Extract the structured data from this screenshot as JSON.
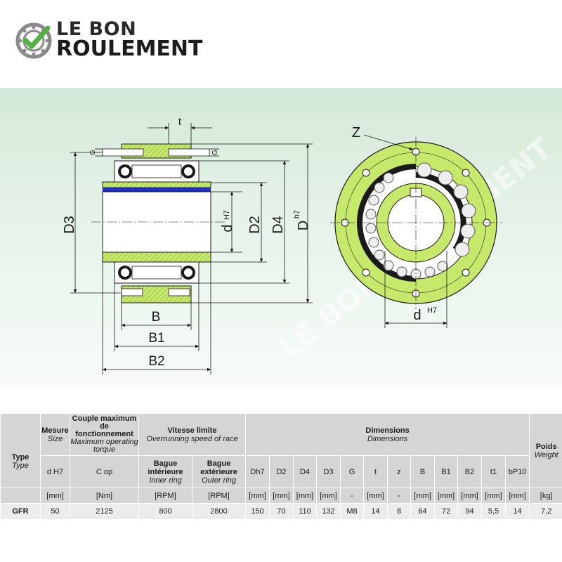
{
  "brand": {
    "line1": "LE BON",
    "line2": "ROULEMENT",
    "accent": "#55b046",
    "ring_color": "#8a8a8a"
  },
  "colors": {
    "part_green": "#c6e86b",
    "blue_band": "#1f2fcf",
    "table_header": "#d5d5d5",
    "table_row": "#ececec"
  },
  "drawing": {
    "labels": {
      "t": "t",
      "g_left": "G",
      "g_right": "G",
      "d3": "D3",
      "dh7": "d",
      "dh7_sub": "H7",
      "d2": "D2",
      "d4": "D4",
      "dcap": "D",
      "dcap_sup": "h7",
      "b": "B",
      "b1": "B1",
      "b2": "B2",
      "z": "Z",
      "front_d": "d",
      "front_d_sup": "H7"
    },
    "watermark": "LE BON ROULEMENT"
  },
  "table": {
    "type_header": {
      "fr": "Type",
      "en": "Type"
    },
    "mesure": {
      "fr": "Mesure",
      "en": "Size"
    },
    "couple": {
      "fr": "Couple maximum de fonctionnement",
      "en": "Maximum operating torque"
    },
    "vitesse": {
      "fr": "Vitesse limite",
      "en": "Overrunning speed of race"
    },
    "dimensions": {
      "fr": "Dimensions",
      "en": "Dimensions"
    },
    "poids": {
      "fr": "Poids",
      "en": "Weight"
    },
    "bague_int": {
      "fr": "Bague intérieure",
      "en": "Inner ring"
    },
    "bague_ext": {
      "fr": "Bague extérieure",
      "en": "Outer ring"
    },
    "subheaders": {
      "dh7": "d H7",
      "cop": "C op",
      "Dh7": "Dh7",
      "D2": "D2",
      "D4": "D4",
      "D3": "D3",
      "G": "G",
      "t": "t",
      "z": "z",
      "B": "B",
      "B1": "B1",
      "B2": "B2",
      "t1": "t1",
      "bP10": "bP10"
    },
    "units": {
      "dh7": "[mm]",
      "cop": "[Nm]",
      "inner": "[RPM]",
      "outer": "[RPM]",
      "Dh7": "[mm]",
      "D2": "[mm]",
      "D4": "[mm]",
      "D3": "[mm]",
      "G": "-",
      "t": "[mm]",
      "z": "-",
      "B": "[mm]",
      "B1": "[mm]",
      "B2": "[mm]",
      "t1": "[mm]",
      "bP10": "[mm]",
      "weight": "[kg]"
    },
    "row": {
      "type": "GFR",
      "dh7": "50",
      "cop": "2125",
      "inner": "800",
      "outer": "2800",
      "Dh7": "150",
      "D2": "70",
      "D4": "110",
      "D3": "132",
      "G": "M8",
      "t": "14",
      "z": "8",
      "B": "64",
      "B1": "72",
      "B2": "94",
      "t1": "5,5",
      "bP10": "14",
      "weight": "7,2"
    }
  }
}
